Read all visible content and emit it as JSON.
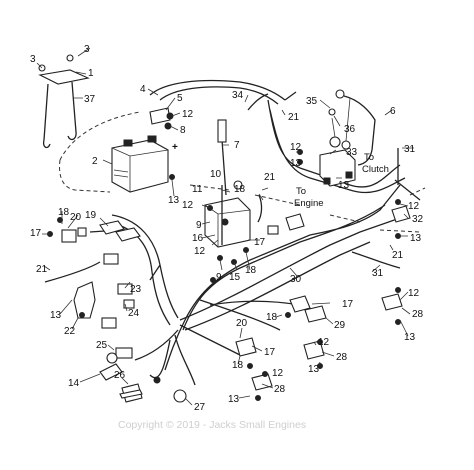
{
  "callouts": {
    "c1": "1",
    "c2": "2",
    "c3a": "3",
    "c3b": "3",
    "c4": "4",
    "c5": "5",
    "c6": "6",
    "c7": "7",
    "c8": "8",
    "c9": "9",
    "c10": "10",
    "c11": "11",
    "c12a": "12",
    "c12b": "12",
    "c12c": "12",
    "c12d": "12",
    "c12e": "12",
    "c12f": "12",
    "c12g": "12",
    "c12h": "12",
    "c13a": "13",
    "c13b": "13",
    "c13c": "13",
    "c13d": "13",
    "c13e": "13",
    "c13f": "13",
    "c13g": "13",
    "c13h": "13",
    "c14": "14",
    "c15": "15",
    "c16": "16",
    "c17a": "17",
    "c17b": "17",
    "c17c": "17",
    "c17d": "17",
    "c17e": "17",
    "c18a": "18",
    "c18b": "18",
    "c18c": "18",
    "c18d": "18",
    "c19": "19",
    "c20a": "20",
    "c20b": "20",
    "c21a": "21",
    "c21b": "21",
    "c21c": "21",
    "c21d": "21",
    "c22": "22",
    "c23": "23",
    "c24": "24",
    "c25": "25",
    "c26": "26",
    "c27": "27",
    "c28a": "28",
    "c28b": "28",
    "c28c": "28",
    "c29": "29",
    "c30": "30",
    "c31a": "31",
    "c31b": "31",
    "c32": "32",
    "c33": "33",
    "c34": "34",
    "c35": "35",
    "c36": "36",
    "c37": "37"
  },
  "notes": {
    "to_clutch_1": "To",
    "to_clutch_2": "Clutch",
    "to_engine_1": "To",
    "to_engine_2": "Engine",
    "plus_sign": "+"
  },
  "watermark": "Copyright © 2019 - Jacks Small Engines"
}
